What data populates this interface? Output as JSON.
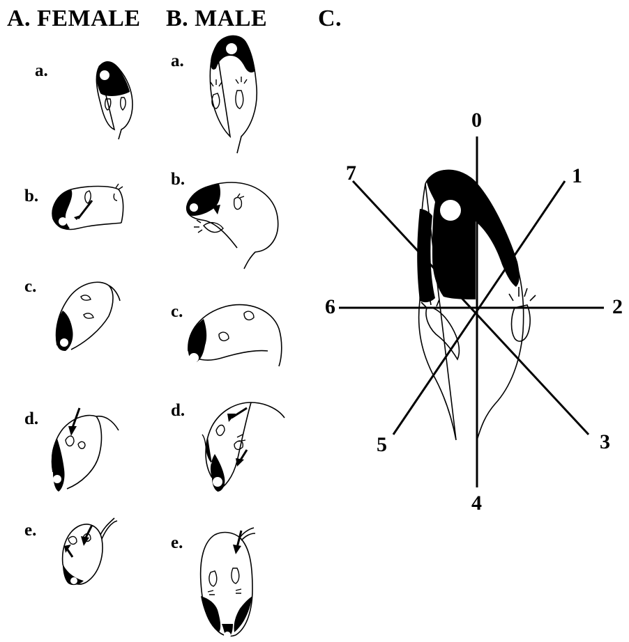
{
  "headings": {
    "female": "A. FEMALE",
    "male": "B. MALE",
    "c": "C."
  },
  "female_labels": [
    "a.",
    "b.",
    "c.",
    "d.",
    "e."
  ],
  "male_labels": [
    "a.",
    "b.",
    "c.",
    "d.",
    "e."
  ],
  "compass_labels": [
    "0",
    "1",
    "2",
    "3",
    "4",
    "5",
    "6",
    "7"
  ]
}
